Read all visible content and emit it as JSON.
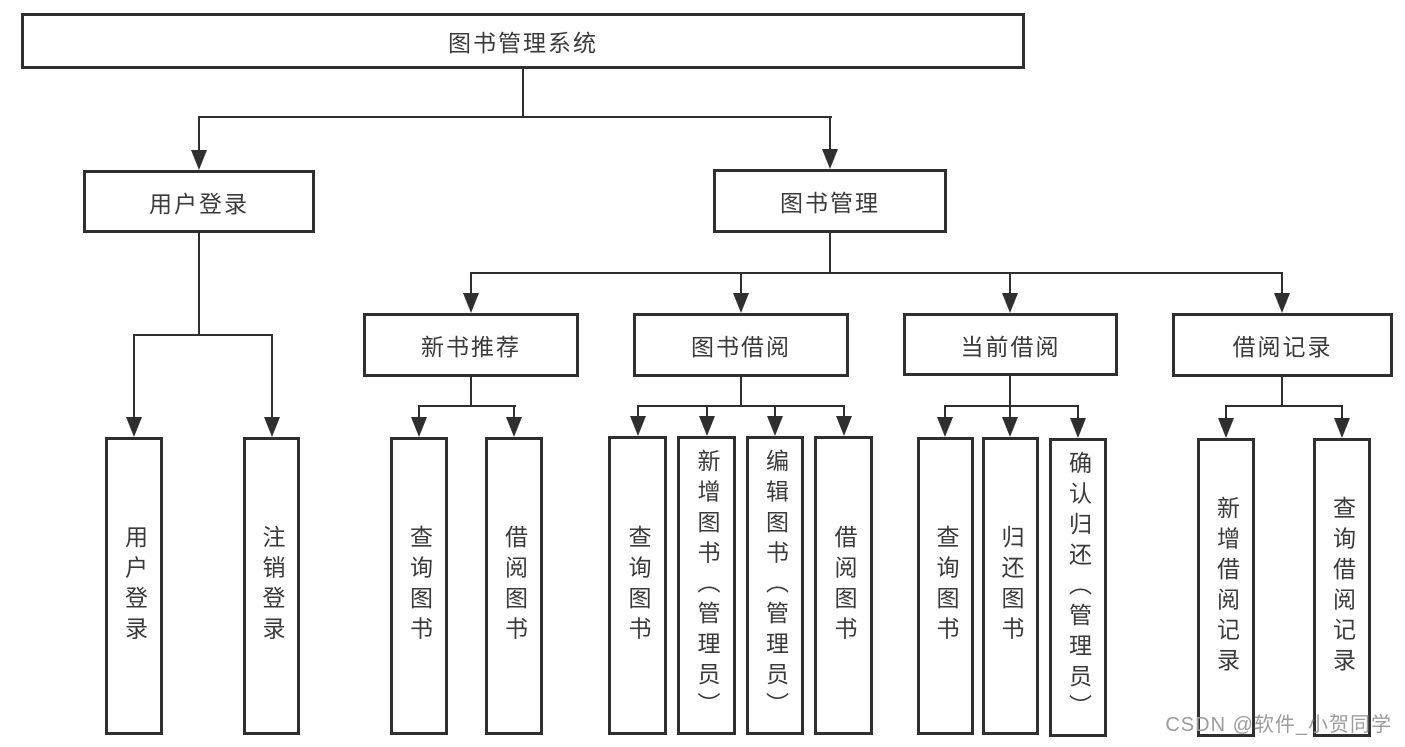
{
  "diagram": {
    "root": "图书管理系统",
    "branches": [
      {
        "label": "用户登录",
        "children": [
          {
            "label": "用户登录"
          },
          {
            "label": "注销登录"
          }
        ]
      },
      {
        "label": "图书管理",
        "children": [
          {
            "label": "新书推荐",
            "children": [
              {
                "label": "查询图书"
              },
              {
                "label": "借阅图书"
              }
            ]
          },
          {
            "label": "图书借阅",
            "children": [
              {
                "label": "查询图书"
              },
              {
                "label": "新增图书（管理员）"
              },
              {
                "label": "编辑图书（管理员）"
              },
              {
                "label": "借阅图书"
              }
            ]
          },
          {
            "label": "当前借阅",
            "children": [
              {
                "label": "查询图书"
              },
              {
                "label": "归还图书"
              },
              {
                "label": "确认归还（管理员）"
              }
            ]
          },
          {
            "label": "借阅记录",
            "children": [
              {
                "label": "新增借阅记录"
              },
              {
                "label": "查询借阅记录"
              }
            ]
          }
        ]
      }
    ]
  },
  "watermark": "CSDN @软件_小贺同学",
  "colors": {
    "line": "#2f2f2f",
    "text": "#3a3a3a",
    "watermark": "#9c9c9c",
    "background": "#ffffff"
  }
}
